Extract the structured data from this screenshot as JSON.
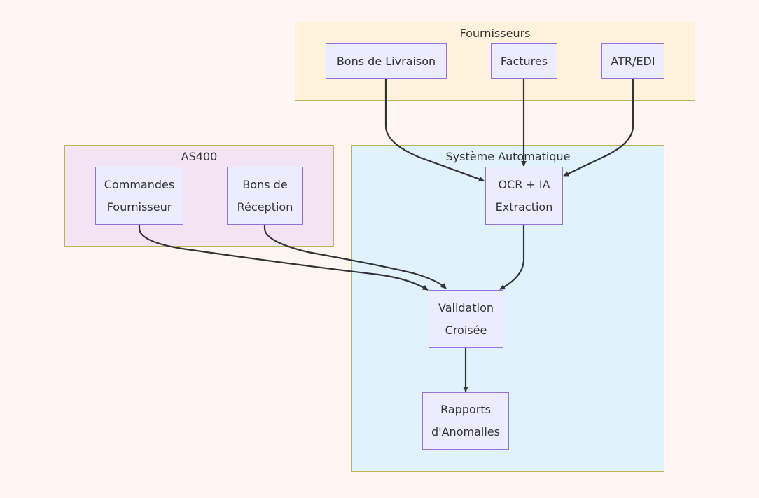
{
  "clusters": {
    "fournisseurs": {
      "title": "Fournisseurs",
      "fill": "#fff2dc"
    },
    "as400": {
      "title": "AS400",
      "fill": "#f3e4f4"
    },
    "systeme": {
      "title": "Système Automatique",
      "fill": "#e0f3fd"
    }
  },
  "nodes": {
    "bons_livraison": "Bons de Livraison",
    "factures": "Factures",
    "atr_edi": "ATR/EDI",
    "commandes_fournisseur": [
      "Commandes",
      "Fournisseur"
    ],
    "bons_reception": [
      "Bons de",
      "Réception"
    ],
    "ocr_ia": [
      "OCR + IA",
      "Extraction"
    ],
    "validation": [
      "Validation",
      "Croisée"
    ],
    "rapports": [
      "Rapports",
      "d'Anomalies"
    ]
  },
  "edges": [
    {
      "from": "Bons de Livraison",
      "to": "OCR + IA Extraction"
    },
    {
      "from": "Factures",
      "to": "OCR + IA Extraction"
    },
    {
      "from": "ATR/EDI",
      "to": "OCR + IA Extraction"
    },
    {
      "from": "Commandes Fournisseur",
      "to": "Validation Croisée"
    },
    {
      "from": "Bons de Réception",
      "to": "Validation Croisée"
    },
    {
      "from": "OCR + IA Extraction",
      "to": "Validation Croisée"
    },
    {
      "from": "Validation Croisée",
      "to": "Rapports d'Anomalies"
    }
  ],
  "colors": {
    "node_fill": "#ececff",
    "node_border": "#9370db",
    "cluster_border": "#b9b35a",
    "edge": "#333333",
    "background": "#fff5f3"
  }
}
